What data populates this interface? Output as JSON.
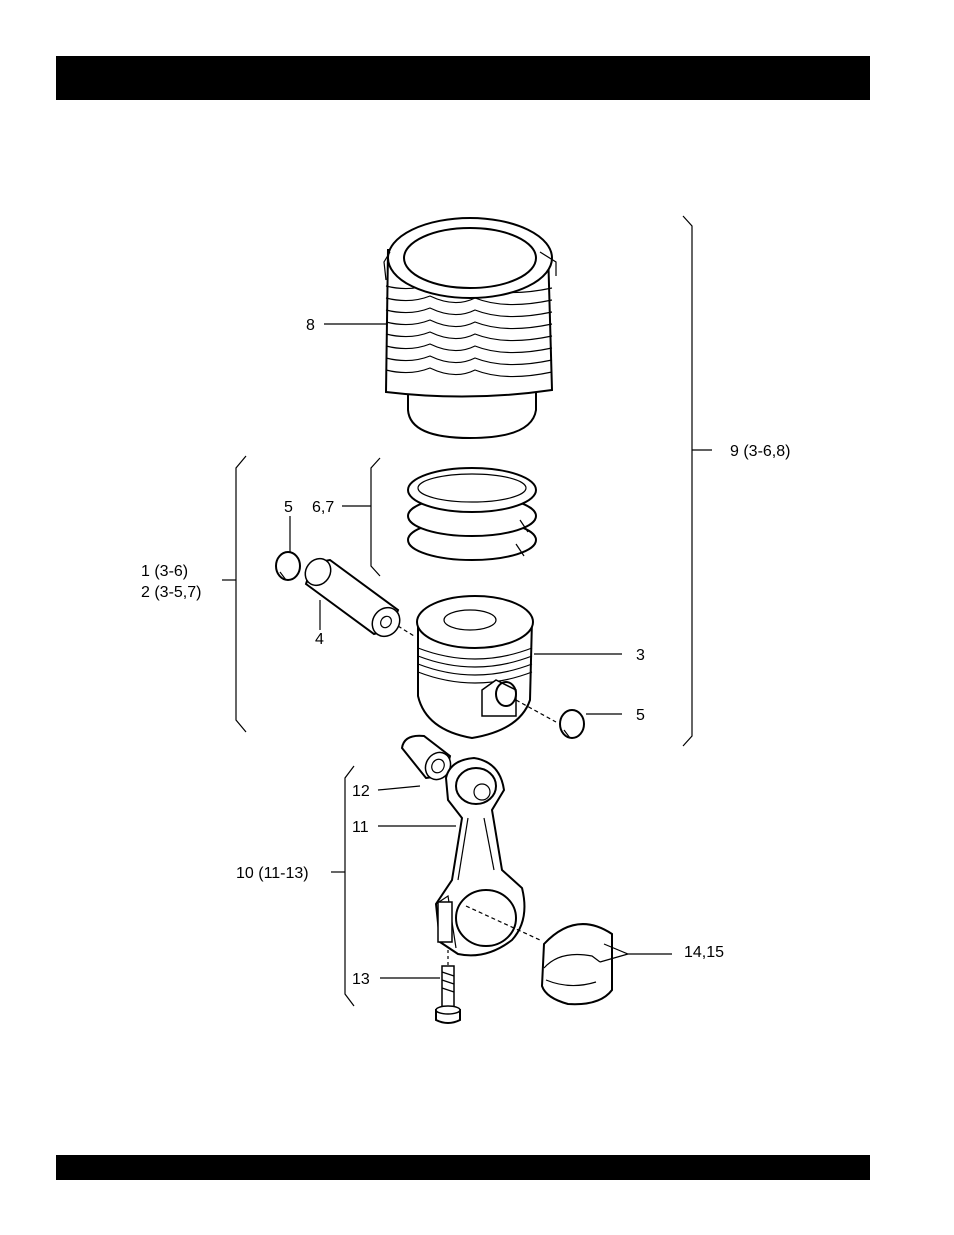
{
  "labels": {
    "l8": "8",
    "l9": "9 (3-6,8)",
    "l5a": "5",
    "l67": "6,7",
    "l1": "1 (3-6)",
    "l2": "2 (3-5,7)",
    "l4": "4",
    "l3": "3",
    "l5b": "5",
    "l12": "12",
    "l11": "11",
    "l10": "10 (11-13)",
    "l13": "13",
    "l1415": "14,15"
  }
}
